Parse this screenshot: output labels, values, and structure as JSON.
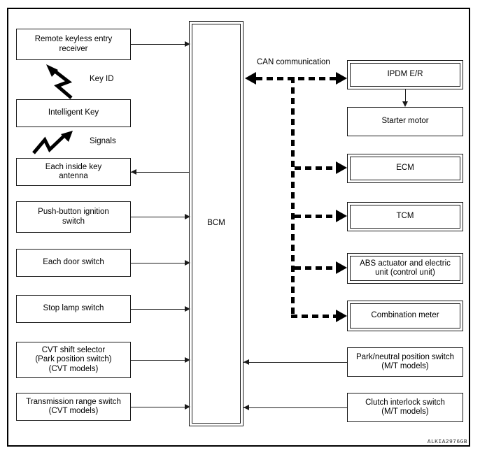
{
  "diagram": {
    "reference_code": "ALKIA2976GB",
    "colors": {
      "line": "#1a1a1a",
      "frame": "#000000",
      "can_bus": "#000000",
      "background": "#ffffff"
    },
    "free_labels": {
      "key_id": "Key ID",
      "signals": "Signals",
      "can_communication": "CAN communication"
    },
    "nodes": {
      "remote_keyless_entry_receiver": "Remote keyless entry\nreceiver",
      "intelligent_key": "Intelligent Key",
      "each_inside_key_antenna": "Each inside key\nantenna",
      "push_button_ignition_switch": "Push-button ignition\nswitch",
      "each_door_switch": "Each door switch",
      "stop_lamp_switch": "Stop lamp switch",
      "cvt_shift_selector": "CVT shift selector\n(Park position switch)\n(CVT models)",
      "transmission_range_switch": "Transmission range switch\n(CVT models)",
      "bcm": "BCM",
      "ipdm_er": "IPDM E/R",
      "starter_motor": "Starter motor",
      "ecm": "ECM",
      "tcm": "TCM",
      "abs_actuator": "ABS actuator and electric\nunit (control unit)",
      "combination_meter": "Combination meter",
      "park_neutral_position_switch": "Park/neutral position switch\n(M/T models)",
      "clutch_interlock_switch": "Clutch interlock switch\n(M/T models)"
    },
    "icons": {
      "key_id_signal": "rf-zigzag-uplink-icon",
      "signals_signal": "rf-zigzag-downlink-icon"
    }
  }
}
